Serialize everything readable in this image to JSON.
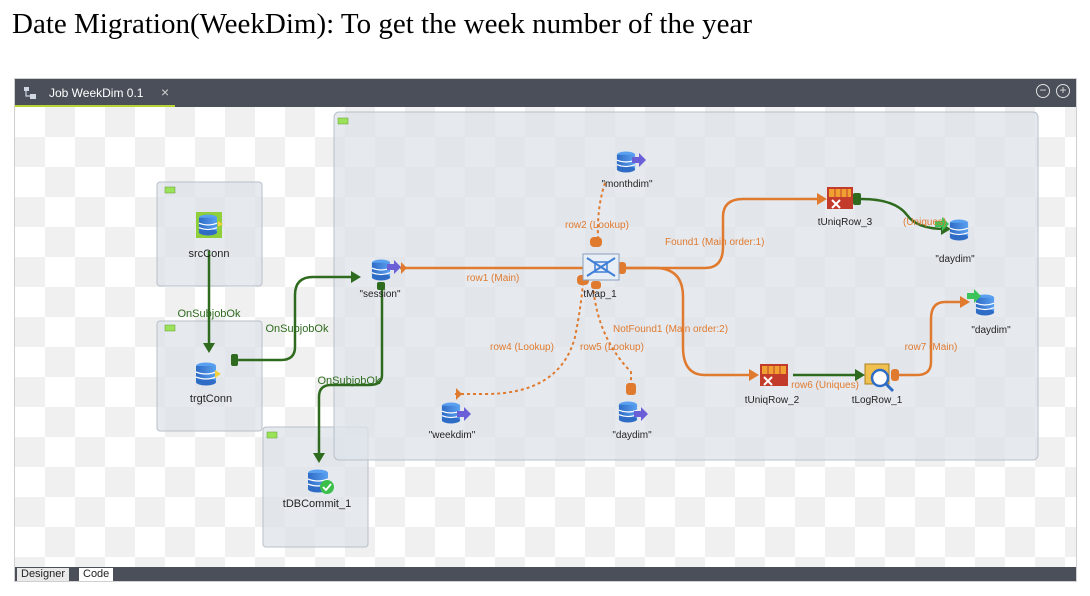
{
  "doc_title": "Date Migration(WeekDim): To get the week number of the year",
  "tab": {
    "label": "Job WeekDim 0.1",
    "close": "×"
  },
  "window_controls": {
    "minimize": "−",
    "add": "+"
  },
  "bottom_tabs": {
    "designer": "Designer",
    "code": "Code"
  },
  "components": {
    "srcconn": "srcConn",
    "trgtconn": "trgtConn",
    "dbcommit": "tDBCommit_1",
    "session": "\"session\"",
    "monthdim": "\"monthdim\"",
    "tmap": "tMap_1",
    "weekdim": "\"weekdim\"",
    "daydim_lookup": "\"daydim\"",
    "uniqrow3": "tUniqRow_3",
    "daydim_top": "\"daydim\"",
    "uniqrow2": "tUniqRow_2",
    "logrow": "tLogRow_1",
    "daydim_right": "\"daydim\""
  },
  "links": {
    "onsubjobok_1": "OnSubjobOk",
    "onsubjobok_2": "OnSubjobOk",
    "onsubjobok_3": "OnSubjobOk",
    "row1": "row1 (Main)",
    "row2": "row2 (Lookup)",
    "row4": "row4 (Lookup)",
    "row5": "row5 (Lookup)",
    "found1": "Found1 (Main order:1)",
    "notfound1": "NotFound1 (Main order:2)",
    "uniques_top": "(Uniques)",
    "row6": "row6 (Uniques)",
    "row7": "row7 (Main)"
  },
  "colors": {
    "main_link": "#e07a2f",
    "trigger_link": "#2e6b1e",
    "db_blue": "#3f7fd6",
    "tab_bar": "#4a4f59",
    "accent_green": "#b5d334"
  }
}
